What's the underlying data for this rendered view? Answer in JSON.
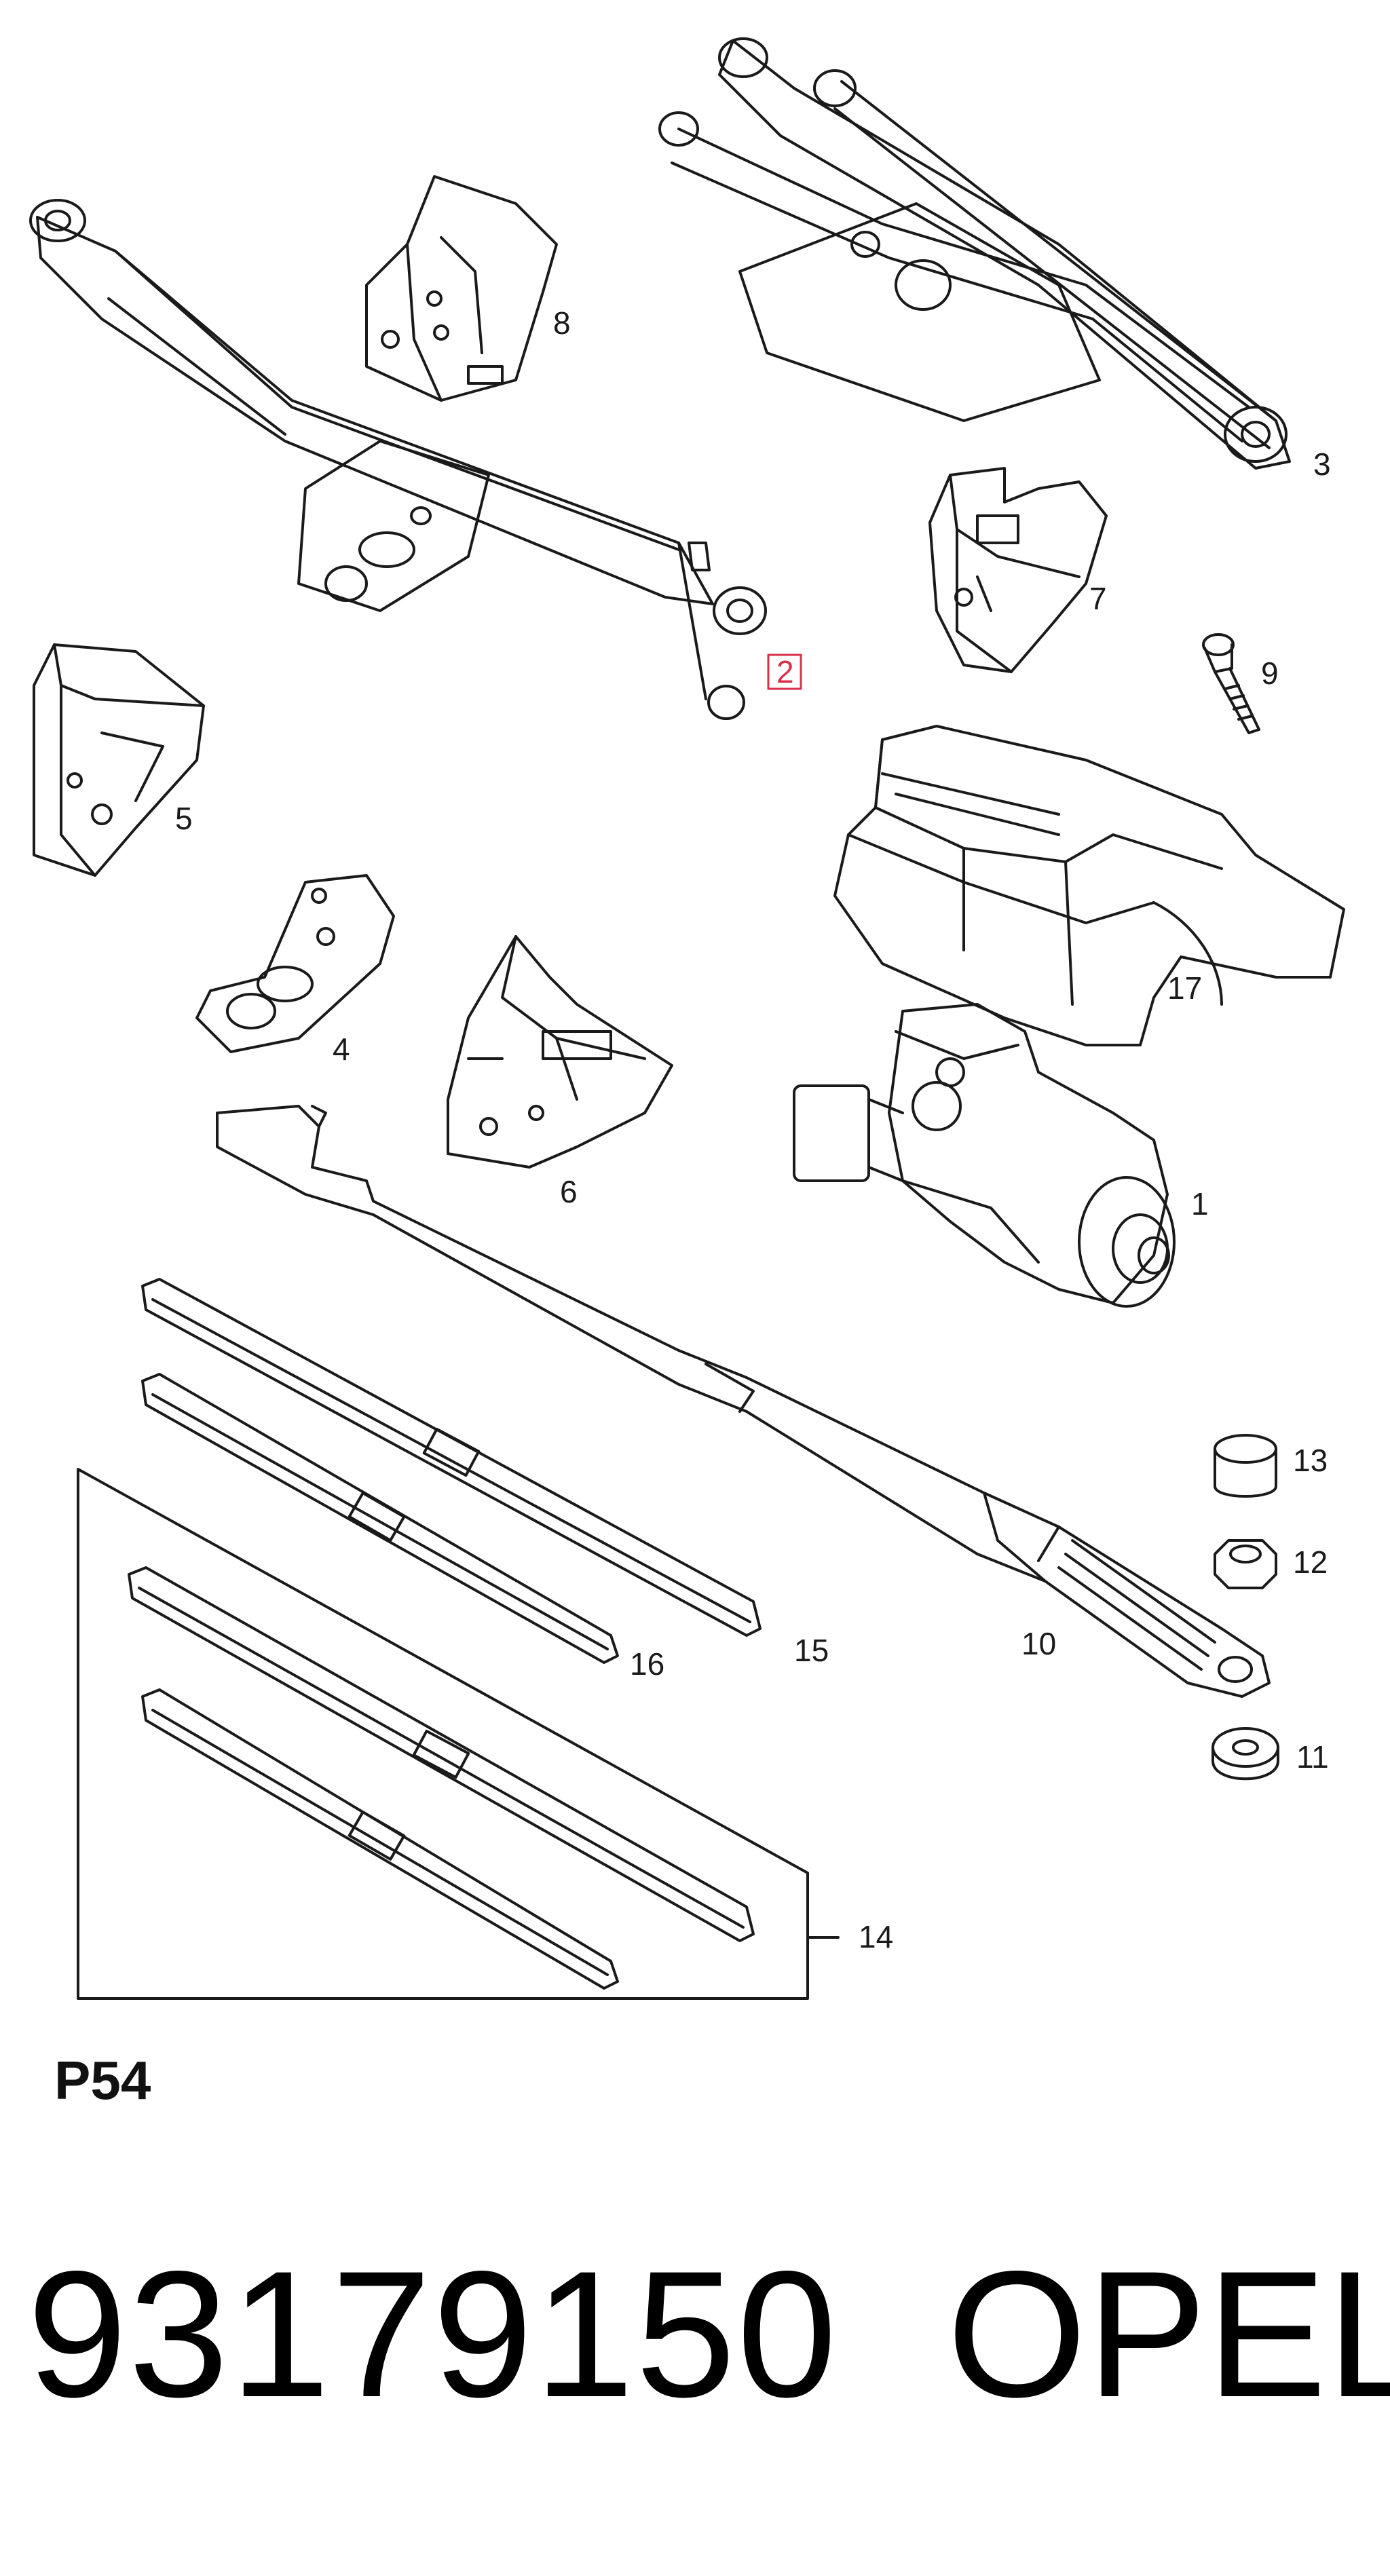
{
  "callouts": {
    "c1": "1",
    "c2": "2",
    "c3": "3",
    "c4": "4",
    "c5": "5",
    "c6": "6",
    "c7": "7",
    "c8": "8",
    "c9": "9",
    "c10": "10",
    "c11": "11",
    "c12": "12",
    "c13": "13",
    "c14": "14",
    "c15": "15",
    "c16": "16",
    "c17": "17"
  },
  "highlight_color": "#d9304a",
  "page_code": "P54",
  "part_number": "93179150",
  "brand": "OPEL"
}
